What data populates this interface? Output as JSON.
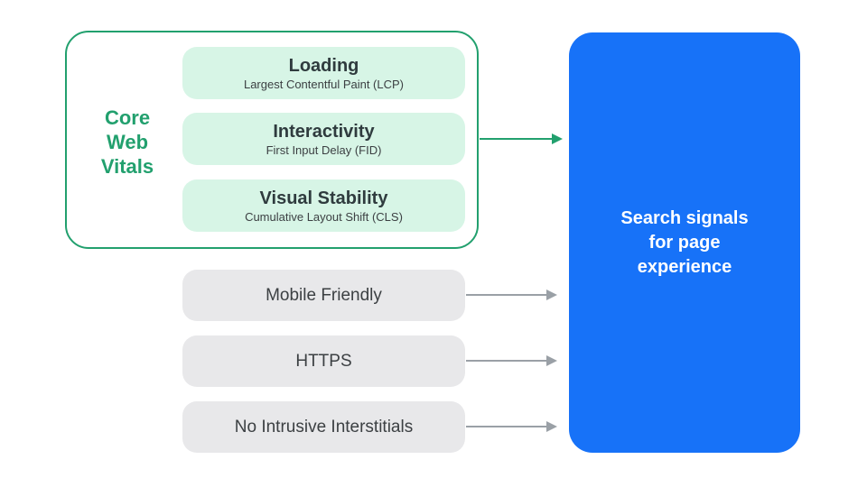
{
  "diagram": {
    "core_web_vitals": {
      "label": "Core Web Vitals",
      "items": [
        {
          "title": "Loading",
          "subtitle": "Largest Contentful Paint (LCP)"
        },
        {
          "title": "Interactivity",
          "subtitle": "First Input Delay (FID)"
        },
        {
          "title": "Visual Stability",
          "subtitle": "Cumulative Layout Shift (CLS)"
        }
      ]
    },
    "other_signals": [
      {
        "label": "Mobile Friendly"
      },
      {
        "label": "HTTPS"
      },
      {
        "label": "No Intrusive Interstitials"
      }
    ],
    "result": {
      "label": "Search signals\nfor page\nexperience"
    }
  },
  "colors": {
    "green": "#22A06E",
    "green_light": "#D7F5E6",
    "gray_box": "#E8E8EA",
    "gray_arrow": "#9AA0A6",
    "blue": "#1772F8",
    "title_text": "#2F3B3E",
    "body_text": "#3C4043",
    "white": "#FFFFFF"
  }
}
